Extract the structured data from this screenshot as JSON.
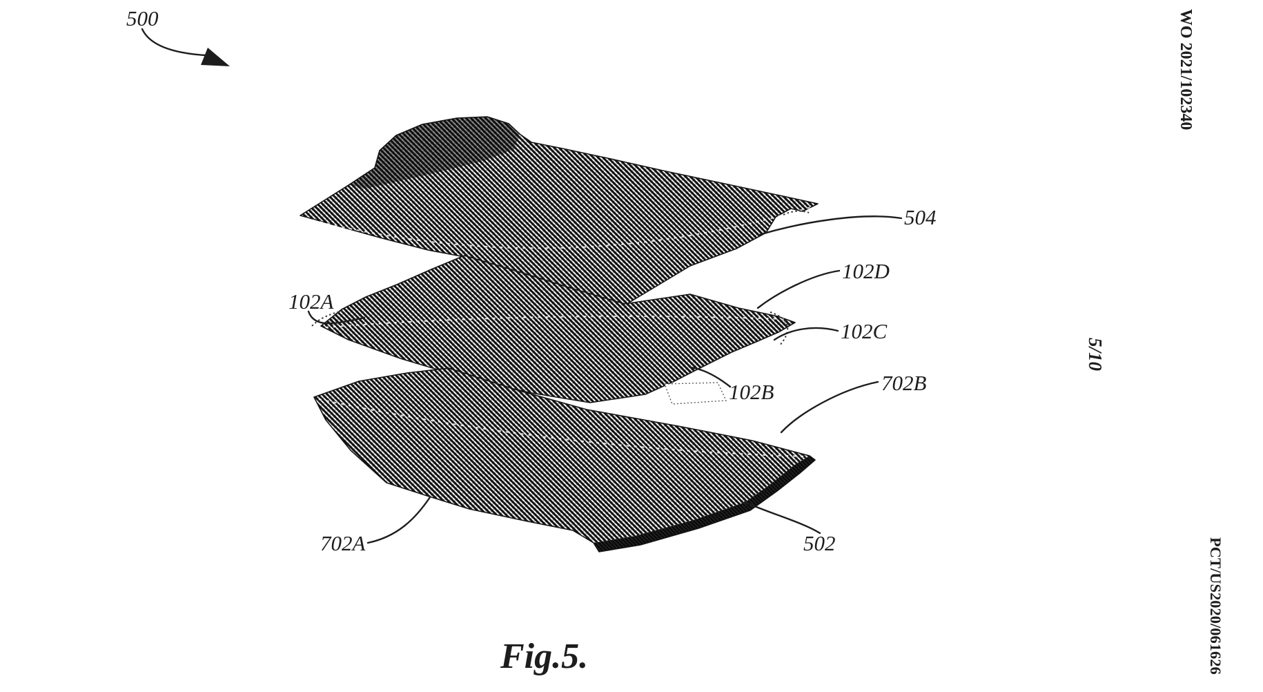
{
  "page": {
    "ink_color": "#1d1d1d",
    "margin": {
      "publication_number": "WO 2021/102340",
      "sheet_indicator": "5/10",
      "application_number": "PCT/US2020/061626"
    },
    "figure": {
      "assembly_ref": "500",
      "caption": "Fig.5.",
      "callouts": {
        "504": "504",
        "102D": "102D",
        "102C": "102C",
        "102B": "102B",
        "702B": "702B",
        "102A": "102A",
        "702A": "702A",
        "502": "502"
      }
    }
  }
}
